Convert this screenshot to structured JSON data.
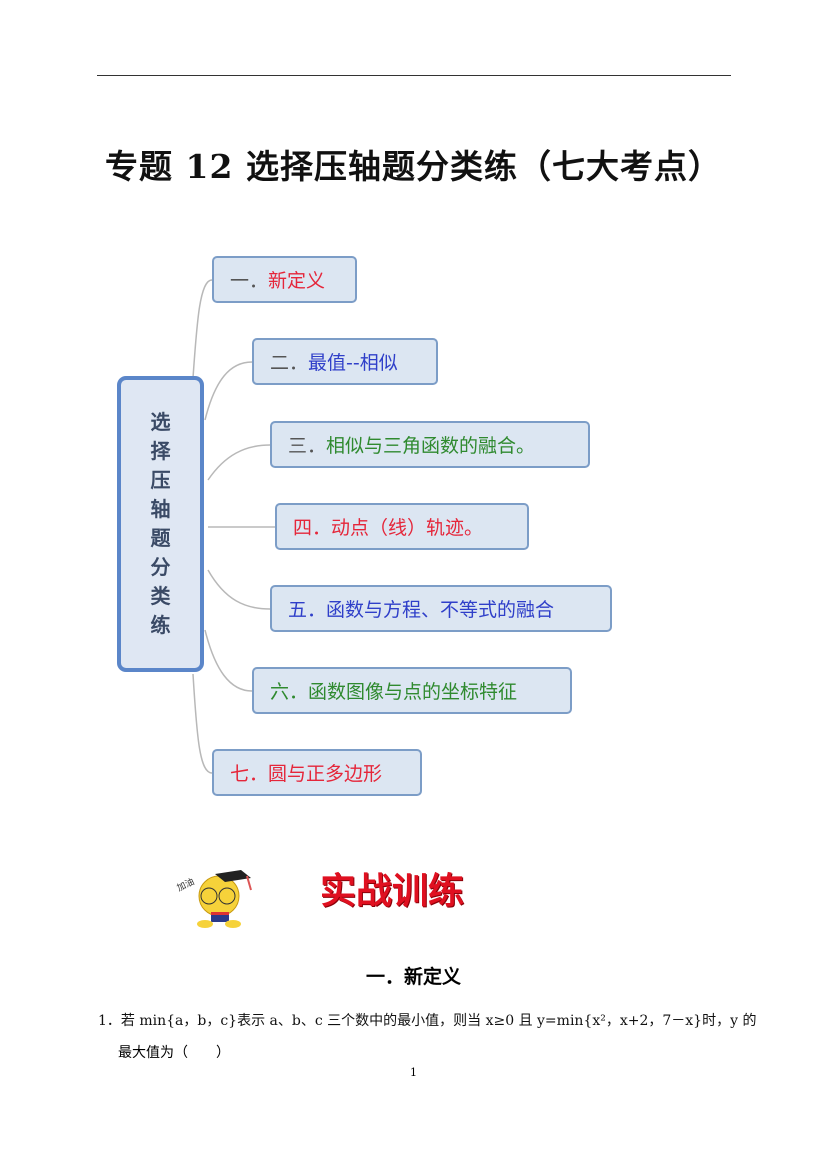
{
  "title": "专题 12  选择压轴题分类练（七大考点）",
  "mindmap": {
    "center": [
      "选",
      "择",
      "压",
      "轴",
      "题",
      "分",
      "类",
      "练"
    ],
    "nodes": [
      {
        "num": "一．",
        "label": "新定义",
        "color": "red"
      },
      {
        "num": "二．",
        "label": "最值--相似",
        "color": "blue"
      },
      {
        "num": "三．",
        "label": "相似与三角函数的融合。",
        "color": "green"
      },
      {
        "num": "四．",
        "label": "动点（线）轨迹。",
        "color": "red"
      },
      {
        "num": "五．",
        "label": "函数与方程、不等式的融合",
        "color": "blue"
      },
      {
        "num": "六．",
        "label": "函数图像与点的坐标特征",
        "color": "green"
      },
      {
        "num": "七．",
        "label": "圆与正多边形",
        "color": "red"
      }
    ]
  },
  "mascot_text": "加油",
  "practice_title": "实战训练",
  "section_title": "一．新定义",
  "question": {
    "line1": "1．若 min{a，b，c}表示 a、b、c 三个数中的最小值，则当 x≥0 且 y=min{x²，x+2，7－x}时，y 的",
    "line2": "最大值为（　　）"
  },
  "page_number": "1"
}
